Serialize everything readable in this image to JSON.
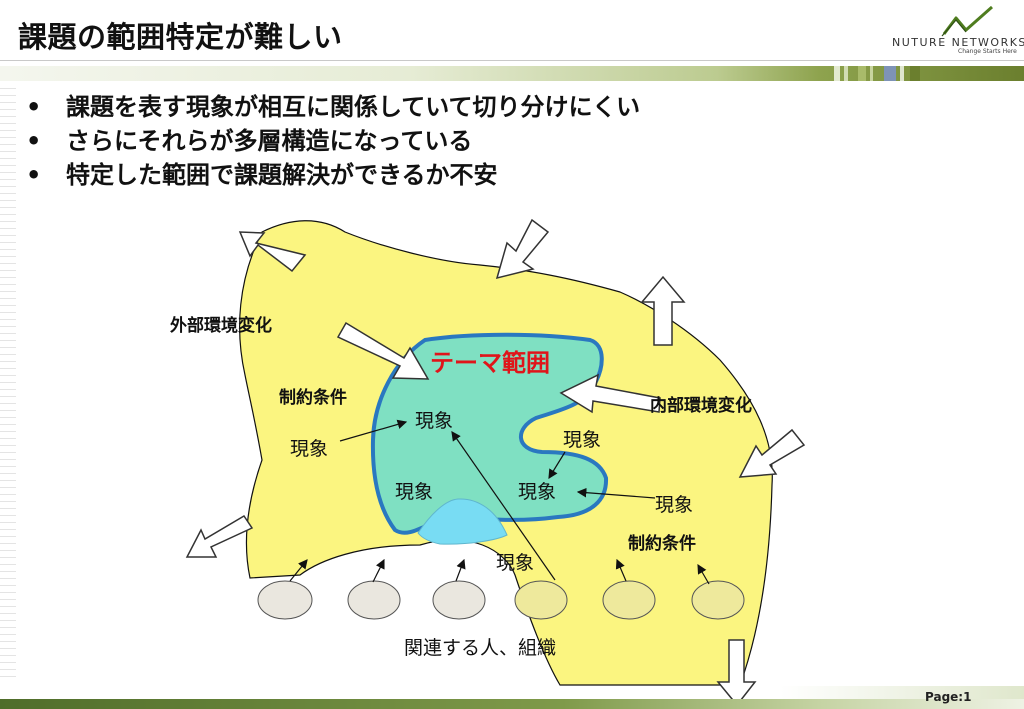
{
  "header": {
    "title": "課題の範囲特定が難しい",
    "logo_text": "NUTURE NETWORKS",
    "logo_tagline": "Change Starts Here"
  },
  "bullets": [
    "課題を表す現象が相互に関係していて切り分けにくい",
    "さらにそれらが多層構造になっている",
    "特定した範囲で課題解決ができるか不安"
  ],
  "bullet_marker": "•",
  "diagram": {
    "theme_label": "テーマ範囲",
    "external_change": "外部環境変化",
    "internal_change": "内部環境変化",
    "constraints_left": "制約条件",
    "constraints_right": "制約条件",
    "phenomenon": "現象",
    "related_people": "関連する人、組織",
    "colors": {
      "outer_region": "#fbf580",
      "theme_region": "#7fe0c2",
      "theme_border": "#2a78c0",
      "overlap": "#78dcf3",
      "theme_label": "#e0141a",
      "ellipse_gray": "#eae7df",
      "ellipse_yellow": "#eee99c"
    }
  },
  "footer": {
    "page": "Page:1"
  }
}
